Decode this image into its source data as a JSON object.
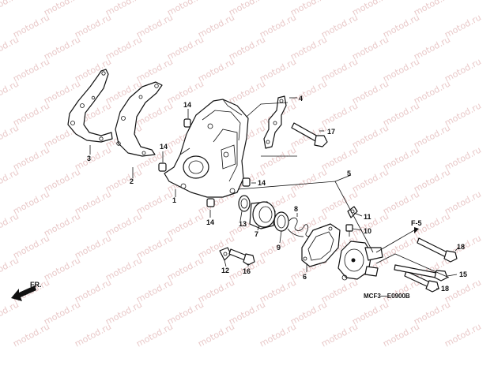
{
  "watermark": {
    "text": "motod.ru"
  },
  "labels": {
    "p1": "1",
    "p2": "2",
    "p3": "3",
    "p4": "4",
    "p5": "5",
    "p6": "6",
    "p7": "7",
    "p8": "8",
    "p9": "9",
    "p10": "10",
    "p11": "11",
    "p12": "12",
    "p13": "13",
    "p14a": "14",
    "p14b": "14",
    "p14c": "14",
    "p14d": "14",
    "p15": "15",
    "p16": "16",
    "p17": "17",
    "p18a": "18",
    "p18b": "18"
  },
  "direction": {
    "fr": "FR.",
    "f5": "F-5"
  },
  "diagram_code": "MCF3—E0900B"
}
